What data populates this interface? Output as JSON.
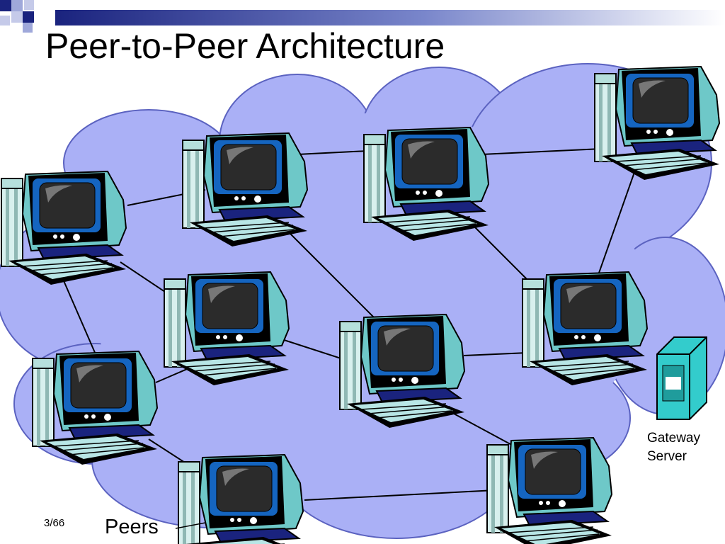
{
  "slide": {
    "title": "Peer-to-Peer Architecture",
    "page_number": "3/66"
  },
  "labels": {
    "gateway_line1": "Gateway",
    "gateway_line2": "Server",
    "peers": "Peers"
  },
  "colors": {
    "cloud_fill": "#aab0f6",
    "cloud_stroke": "#5b62c0",
    "monitor_frame": "#000000",
    "screen_accent": "#6fa8dc",
    "server_fill": "#33cccc",
    "accent_navy": "#1a237e"
  },
  "icons": {
    "peer_computer": "computer-icon",
    "gateway": "server-icon"
  }
}
